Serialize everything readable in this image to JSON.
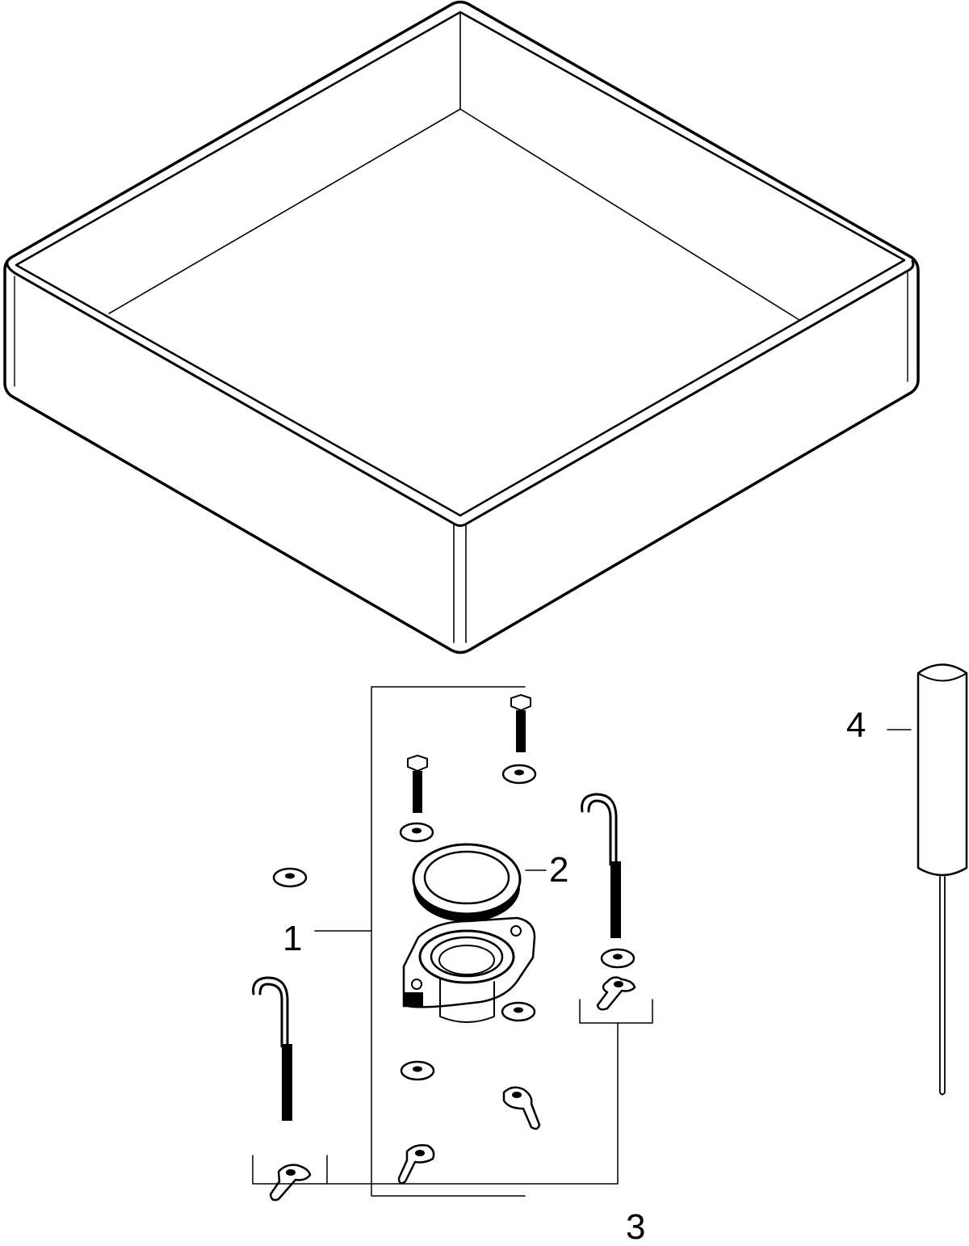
{
  "callouts": {
    "item_1": "1",
    "item_2": "2",
    "item_3": "3",
    "item_4": "4"
  },
  "colors": {
    "line": "#000000",
    "background": "#ffffff"
  }
}
